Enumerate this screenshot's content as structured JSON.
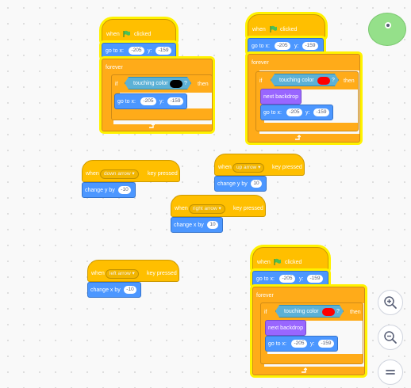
{
  "scripts": {
    "green_flag_1": {
      "hat": {
        "when": "when",
        "clicked": "clicked",
        "flag_icon": "green-flag-icon"
      },
      "goto": {
        "label": "go to x:",
        "x": "-205",
        "y_label": "y:",
        "y": "-159"
      },
      "forever": "forever",
      "if": {
        "label": "if",
        "touching": "touching color",
        "color": "#000000",
        "q": "?",
        "then": "then"
      },
      "inner_goto": {
        "label": "go to x:",
        "x": "-205",
        "y_label": "y:",
        "y": "-159"
      }
    },
    "green_flag_2": {
      "hat": {
        "when": "when",
        "clicked": "clicked"
      },
      "goto": {
        "label": "go to x:",
        "x": "-205",
        "y_label": "y:",
        "y": "-159"
      },
      "forever": "forever",
      "if": {
        "label": "if",
        "touching": "touching color",
        "color": "#ff0000",
        "q": "?",
        "then": "then"
      },
      "next_backdrop": "next backdrop",
      "inner_goto": {
        "label": "go to x:",
        "x": "-205",
        "y_label": "y:",
        "y": "-159"
      }
    },
    "green_flag_3": {
      "hat": {
        "when": "when",
        "clicked": "clicked"
      },
      "goto": {
        "label": "go to x:",
        "x": "-205",
        "y_label": "y:",
        "y": "-159"
      },
      "forever": "forever",
      "if": {
        "label": "if",
        "touching": "touching color",
        "color": "#ff0000",
        "q": "?",
        "then": "then"
      },
      "next_backdrop": "next backdrop",
      "inner_goto": {
        "label": "go to x:",
        "x": "-205",
        "y_label": "y:",
        "y": "-159"
      }
    },
    "down_key": {
      "when": "when",
      "key": "down arrow",
      "pressed": "key pressed",
      "action": "change y by",
      "value": "-10"
    },
    "up_key": {
      "when": "when",
      "key": "up arrow",
      "pressed": "key pressed",
      "action": "change y by",
      "value": "10"
    },
    "right_key": {
      "when": "when",
      "key": "right arrow",
      "pressed": "key pressed",
      "action": "change x by",
      "value": "10"
    },
    "left_key": {
      "when": "when",
      "key": "left arrow",
      "pressed": "key pressed",
      "action": "change x by",
      "value": "-10"
    }
  },
  "colors": {
    "events": "#ffbf00",
    "control": "#ffab19",
    "motion": "#4c97ff",
    "sensing": "#5cb1d6",
    "looks": "#9966ff",
    "glow": "#fff200",
    "sprite_indicator": "#95e08a"
  },
  "zoom_controls": {
    "zoom_in": "zoom-in-icon",
    "zoom_out": "zoom-out-icon",
    "reset": "zoom-reset-icon"
  }
}
